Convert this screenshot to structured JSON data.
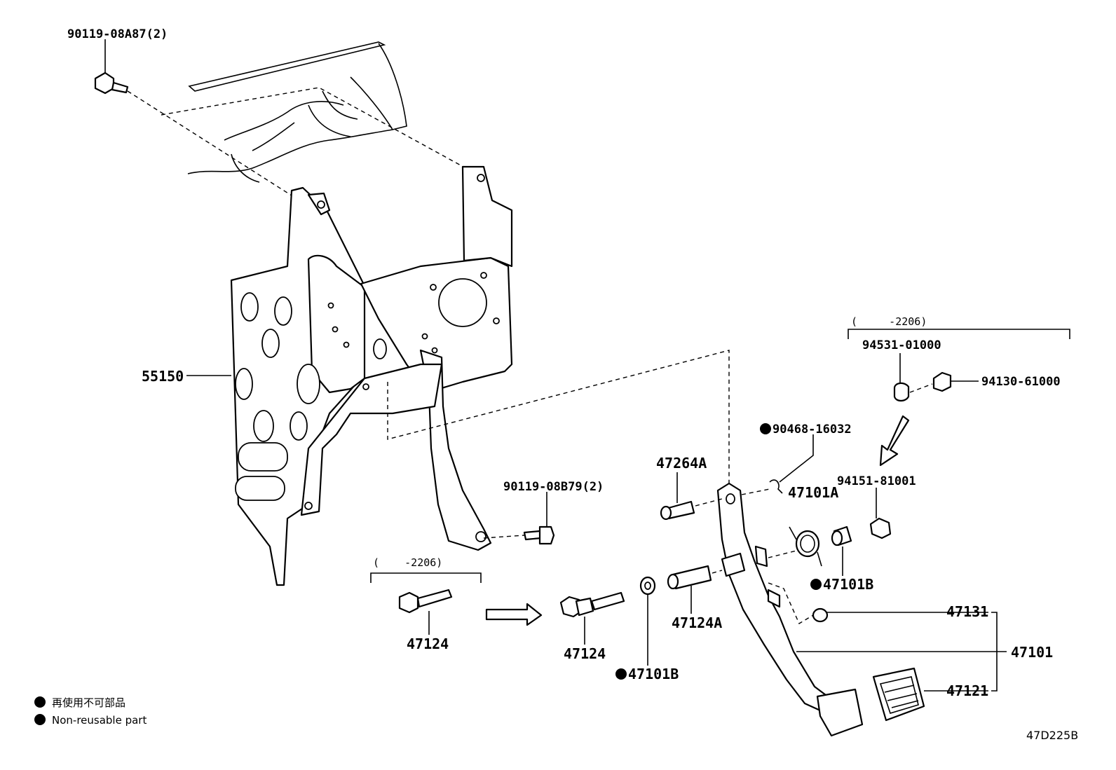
{
  "labels": {
    "bolt_top": "90119-08A87(2)",
    "bracket": "55150",
    "bolt_mid": "90119-08B79(2)",
    "pin": "47264A",
    "clip": "90468-16032",
    "spring": "47101A",
    "bush_upper": "47101B",
    "bush_lower": "47101B",
    "washer_upper": "94151-81001",
    "washer": "94531-01000",
    "nut": "94130-61000",
    "old_bolt": "47124",
    "new_bolt": "47124",
    "collar": "47124A",
    "stopper": "47131",
    "pedal": "47101",
    "pad": "47121"
  },
  "brackets": {
    "left": "(    -2206)",
    "right": "(     -2206)"
  },
  "legend": {
    "jp": "再使用不可部品",
    "en": "Non-reusable part"
  },
  "diagram_code": "47D225B"
}
